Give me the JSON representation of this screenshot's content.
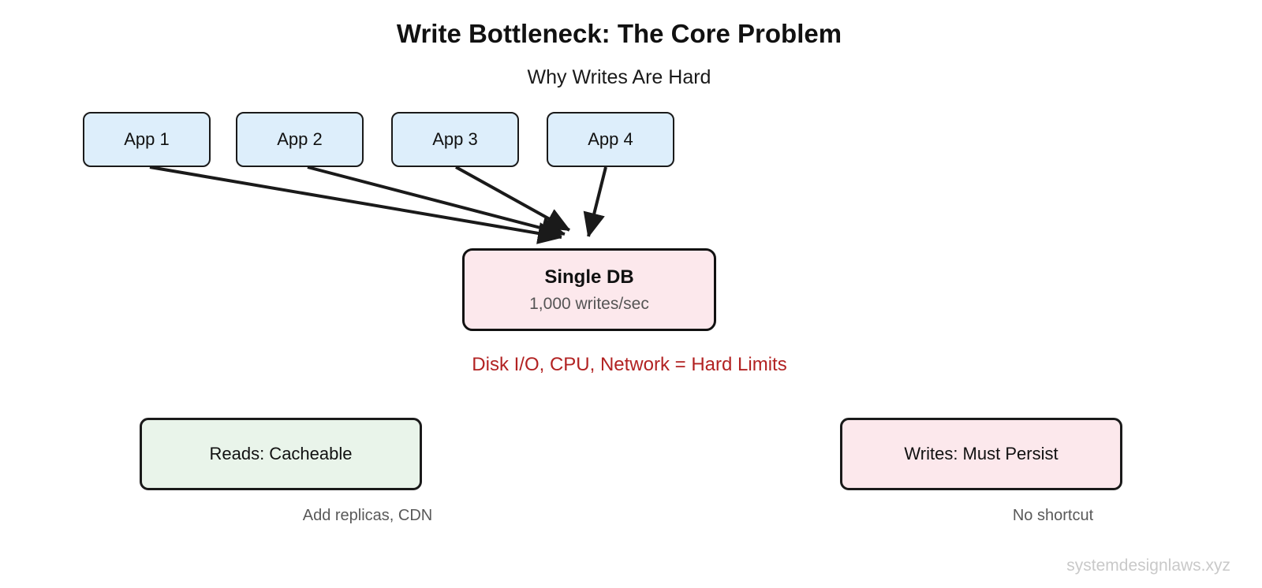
{
  "header": {
    "title": "Write Bottleneck: The Core Problem",
    "subtitle": "Why Writes Are Hard"
  },
  "apps": [
    {
      "label": "App 1"
    },
    {
      "label": "App 2"
    },
    {
      "label": "App 3"
    },
    {
      "label": "App 4"
    }
  ],
  "database": {
    "title": "Single DB",
    "throughput": "1,000 writes/sec"
  },
  "constraint_note": "Disk I/O, CPU, Network = Hard Limits",
  "comparison": {
    "reads": {
      "label": "Reads: Cacheable",
      "caption": "Add replicas, CDN"
    },
    "writes": {
      "label": "Writes: Must Persist",
      "caption": "No shortcut"
    }
  },
  "connections": [
    {
      "from": "App 1",
      "to": "Single DB"
    },
    {
      "from": "App 2",
      "to": "Single DB"
    },
    {
      "from": "App 3",
      "to": "Single DB"
    },
    {
      "from": "App 4",
      "to": "Single DB"
    }
  ],
  "watermark": "systemdesignlaws.xyz",
  "colors": {
    "app_box_fill": "#ddeefb",
    "db_box_fill": "#fce8ec",
    "reads_box_fill": "#e9f4ea",
    "writes_box_fill": "#fce8ec",
    "box_border": "#1a1a1a",
    "constraint_text": "#b22222",
    "caption_text": "#595959",
    "watermark_text": "#c9c9c9",
    "arrow": "#1a1a1a"
  }
}
